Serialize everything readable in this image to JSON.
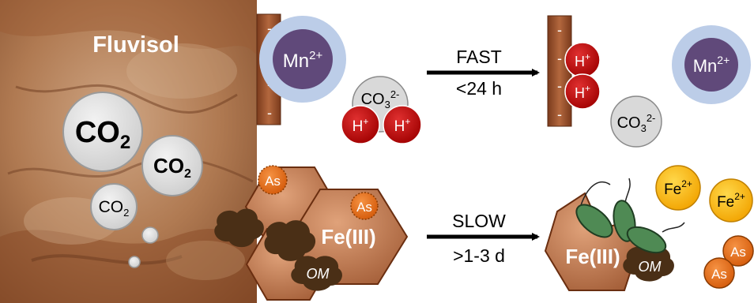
{
  "soil": {
    "label": "Fluvisol"
  },
  "co2": {
    "main": "CO",
    "sub": "2"
  },
  "minus": "-",
  "ions": {
    "mn": "Mn",
    "mn_charge": "2+",
    "h": "H",
    "h_charge": "+",
    "co3": "CO",
    "co3_sub": "3",
    "co3_charge": "2-",
    "fe2": "Fe",
    "fe2_charge": "2+",
    "as": "As",
    "fe3": "Fe(III)",
    "om": "OM"
  },
  "fast": {
    "label": "FAST",
    "time": "<24 h"
  },
  "slow": {
    "label": "SLOW",
    "time": ">1-3 d"
  },
  "colors": {
    "mn_fill": "#60497a",
    "mn_halo": "#bccde8",
    "h_fill": "#c00000",
    "co3_fill": "#d9d9d9",
    "fe3_fill": "#b8683e",
    "fe2_fill": "#ffc000",
    "as_fill": "#e46c0a",
    "om_fill": "#4a2f16",
    "bacteria_fill": "#4f8a54",
    "surface_fill": "#a45a35"
  }
}
